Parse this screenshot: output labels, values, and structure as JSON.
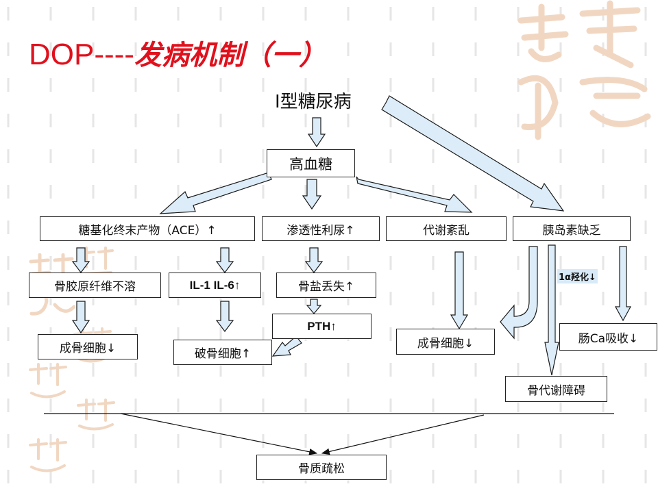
{
  "title": {
    "prefix": "DOP----",
    "chinese": "发病机制（一）"
  },
  "watermark": {
    "text": "吉祥如意"
  },
  "nodes": {
    "type1_diabetes": "I型糖尿病",
    "hyperglycemia": "高血糖",
    "age": "糖基化终末产物（ACE）↑",
    "osmotic_diuresis": "渗透性利尿↑",
    "metabolic_disorder": "代谢紊乱",
    "insulin_deficiency": "胰岛素缺乏",
    "collagen_insoluble": "骨胶原纤维不溶",
    "il": "IL-1  IL-6↑",
    "bone_salt_loss": "骨盐丢失↑",
    "pth": "PTH↑",
    "osteoblast_down_left": "成骨细胞↓",
    "osteoclast_up": "破骨细胞↑",
    "osteoblast_down_right": "成骨细胞↓",
    "hydroxylation": "1α羟化↓",
    "intestinal_ca": "肠Ca吸收↓",
    "bone_metabolism_disorder": "骨代谢障碍",
    "osteoporosis": "骨质疏松"
  },
  "colors": {
    "title": "#e0101c",
    "arrow_fill": "#dcecf8",
    "arrow_stroke": "#1a1a1a",
    "tag_bg": "#d8eaf7",
    "seal": "#f1d7c2"
  }
}
